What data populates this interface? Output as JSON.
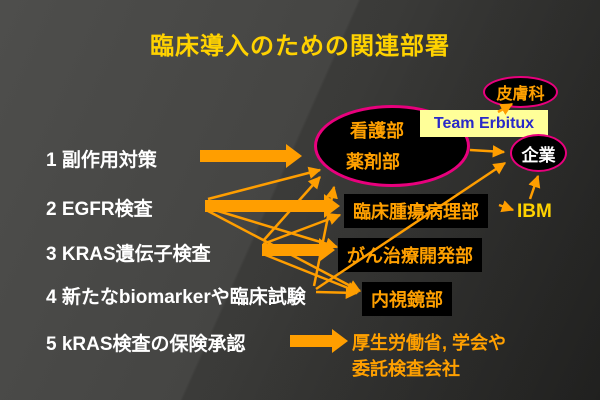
{
  "slide": {
    "title": "臨床導入のための関連部署",
    "colors": {
      "title": "#FFD200",
      "orange": "#FFA000",
      "arrow": "#FF9E00",
      "magenta": "#E8007D",
      "teamBg": "#FFFF99",
      "teamText": "#2929C8",
      "ibm": "#FFD200",
      "white": "#FFFFFF",
      "nodeBg": "#000000",
      "bgLight": "#4E4E4C",
      "bgDark": "#343432"
    },
    "left_items": [
      {
        "label": "1 副作用対策"
      },
      {
        "label": "2 EGFR検査"
      },
      {
        "label": "3 KRAS遺伝子検査"
      },
      {
        "label": "4 新たなbiomarkerや臨床試験"
      },
      {
        "label": "5 kRAS検査の保険承認"
      }
    ],
    "nodes": {
      "nursing": "看護部",
      "pharmacy": "薬剤部",
      "team_erbitux": "Team Erbitux",
      "dermatology": "皮膚科",
      "company": "企業",
      "ibm": "IBM",
      "clinical_oncology_pathology": "臨床腫瘍病理部",
      "cancer_treatment_development": "がん治療開発部",
      "endoscopy": "内視鏡部",
      "mhlw_line1": "厚生労働省, 学会や",
      "mhlw_line2": "委託検査会社"
    },
    "arrows": {
      "block": [
        [
          200,
          302,
          156
        ],
        [
          205,
          340,
          206
        ],
        [
          262,
          335,
          250
        ],
        [
          290,
          348,
          341
        ]
      ],
      "thin": [
        [
          208,
          199,
          320,
          170
        ],
        [
          208,
          208,
          337,
          247
        ],
        [
          208,
          211,
          360,
          291
        ],
        [
          263,
          244,
          340,
          215
        ],
        [
          263,
          241,
          320,
          177
        ],
        [
          263,
          254,
          358,
          292
        ],
        [
          316,
          292,
          357,
          293
        ],
        [
          314,
          286,
          334,
          187
        ],
        [
          316,
          289,
          505,
          163
        ],
        [
          470,
          150,
          504,
          152
        ],
        [
          530,
          199,
          538,
          176
        ],
        [
          499,
          205,
          513,
          210
        ],
        [
          498,
          112,
          512,
          104
        ]
      ]
    }
  }
}
